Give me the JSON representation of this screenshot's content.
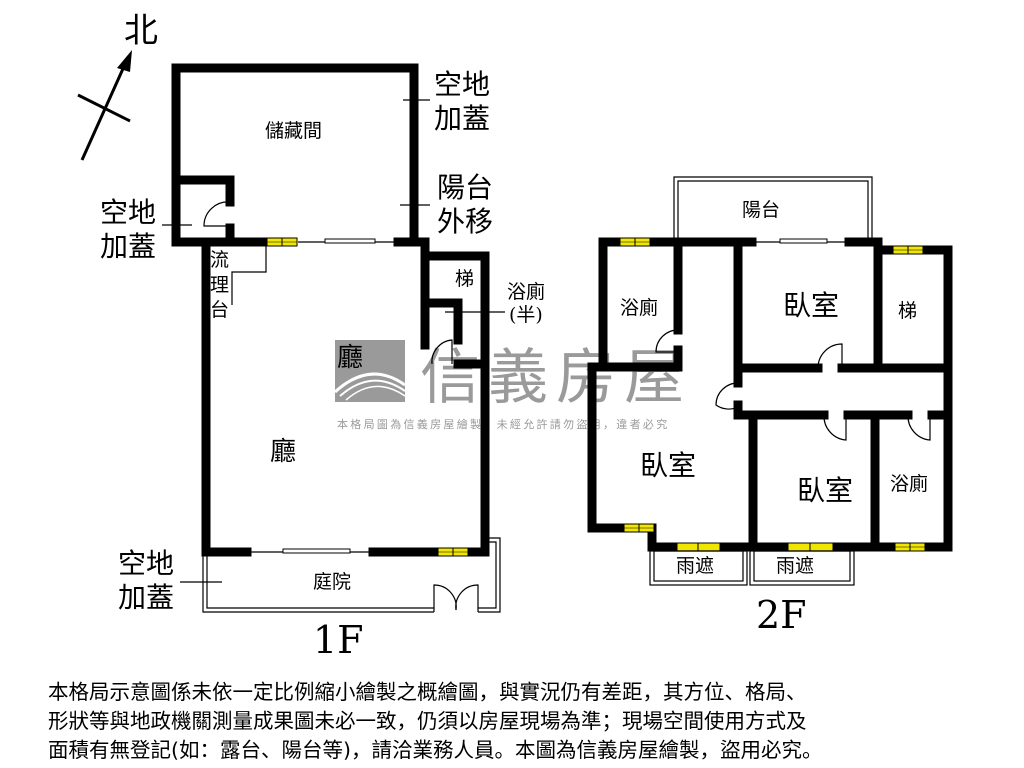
{
  "compass": {
    "north_label": "北"
  },
  "watermark": {
    "brand": "信義房屋",
    "notice": "本格局圖為信義房屋繪製，未經允許請勿盜用，違者必究",
    "color": "#9a9a9a"
  },
  "floor1": {
    "title": "1F",
    "rooms": {
      "storage": "儲藏間",
      "hall_upper": "廳",
      "hall_lower": "廳",
      "stairs": "梯",
      "courtyard": "庭院"
    },
    "annotations": {
      "open_land_top": [
        "空地",
        "加蓋"
      ],
      "balcony_moved": [
        "陽台",
        "外移"
      ],
      "open_land_left": [
        "空地",
        "加蓋"
      ],
      "sink": [
        "流",
        "理",
        "台"
      ],
      "half_bath": [
        "浴廁",
        "(半)"
      ],
      "open_land_bottom": [
        "空地",
        "加蓋"
      ]
    }
  },
  "floor2": {
    "title": "2F",
    "rooms": {
      "balcony": "陽台",
      "bath_top": "浴廁",
      "bedroom_top": "臥室",
      "stairs": "梯",
      "bedroom_left": "臥室",
      "bedroom_mid": "臥室",
      "bath_right": "浴廁",
      "canopy_1": "雨遮",
      "canopy_2": "雨遮"
    }
  },
  "window_color": "#f0e600",
  "disclaimer": [
    "本格局示意圖係未依一定比例縮小繪製之概繪圖，與實況仍有差距，其方位、格局、",
    "形狀等與地政機關測量成果圖未必一致，仍須以房屋現場為準；現場空間使用方式及",
    "面積有無登記(如：露台、陽台等)，請洽業務人員。本圖為信義房屋繪製，盜用必究。"
  ]
}
